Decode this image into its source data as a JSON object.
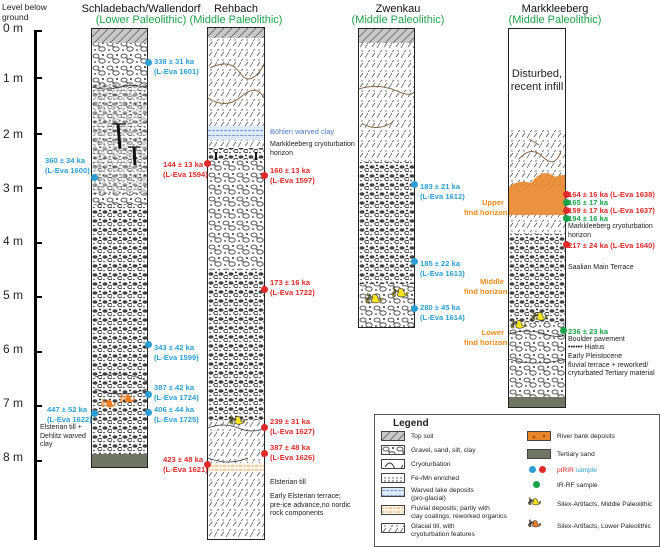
{
  "axis": {
    "title_line1": "Level below",
    "title_line2": "ground",
    "ticks": [
      "0 m",
      "1 m",
      "2 m",
      "3 m",
      "4 m",
      "5 m",
      "6 m",
      "7 m",
      "8 m"
    ]
  },
  "sites": {
    "schladebach": {
      "name": "Schladebach/Wallendorf",
      "period": "(Lower Paleolithic)",
      "samples": [
        {
          "age": "338 ± 31 ka",
          "lab": "(L-Eva 1601)"
        },
        {
          "age": "360 ± 34 ka",
          "lab": "(L-Eva 1600)"
        },
        {
          "age": "343 ± 42 ka",
          "lab": "(L-Eva 1599)"
        },
        {
          "age": "387 ± 42 ka",
          "lab": "(L-Eva 1724)"
        },
        {
          "age": "406 ± 44 ka",
          "lab": "(L-Eva 1725)"
        },
        {
          "age": "447 ± 52 ka",
          "lab": "(L-Eva 1622)"
        }
      ],
      "notes": [
        "Elsterian till +",
        "Dehlitz warved",
        "clay"
      ]
    },
    "rehbach": {
      "name": "Rehbach",
      "period": "(Middle Paleolithic)",
      "samples": [
        {
          "age": "144 ± 13 ka",
          "lab": "(L-Eva 1594)"
        },
        {
          "age": "160 ± 13 ka",
          "lab": "(L-Eva 1597)"
        },
        {
          "age": "173 ± 16 ka",
          "lab": "(L-Eva 1722)"
        },
        {
          "age": "239 ± 31 ka",
          "lab": "(L-Eva 1627)"
        },
        {
          "age": "387 ± 48 ka",
          "lab": "(L-Eva 1626)"
        },
        {
          "age": "423 ± 48 ka",
          "lab": "(L-Eva 1621)"
        }
      ],
      "boehlen": "Böhlen warved clay",
      "cryo": [
        "Markkleeberg cryoturbation",
        "horizon"
      ],
      "notes": [
        "Elsterian till",
        "Early Elsterian terrace;",
        "pre-ice advance,no nordic",
        "rock components"
      ]
    },
    "zwenkau": {
      "name": "Zwenkau",
      "period": "(Middle Paleolithic)",
      "samples": [
        {
          "age": "183 ± 21 ka",
          "lab": "(L-Eva 1612)"
        },
        {
          "age": "185 ± 22 ka",
          "lab": "(L-Eva 1613)"
        },
        {
          "age": "280 ± 45 ka",
          "lab": "(L-Eva 1614)"
        }
      ],
      "horizons": [
        [
          "Upper",
          "find horizon"
        ],
        [
          "Middle",
          "find horizon"
        ],
        [
          "Lower",
          "find horizon"
        ]
      ]
    },
    "markkleeberg": {
      "name": "Markkleeberg",
      "period": "(Middle Paleolithic)",
      "disturbed": [
        "Disturbed,",
        "recent infill"
      ],
      "samples": [
        {
          "age": "164 ± 16 ka (L-Eva 1638)"
        },
        {
          "age": "165 ± 17 ka"
        },
        {
          "age": "159 ± 17 ka (L-Eva 1637)"
        },
        {
          "age": "194 ± 16 ka"
        },
        {
          "age": "217 ± 24 ka (L-Eva 1640)"
        },
        {
          "age": "236 ± 23 ka"
        }
      ],
      "cryo": [
        "Markkleeberg cryoturbation",
        "horizon"
      ],
      "terrace": "Saalian Main Terrace",
      "boulder": "Boulder pavement",
      "hiatus": "Hiatus",
      "early": [
        "Early Pleistocene",
        "fluvial terrace + reworked/",
        "cryturbated Tertiary material"
      ]
    }
  },
  "legend": {
    "title": "Legend",
    "items": {
      "topsoil": "Top soil",
      "gravel": "Gravel, sand, silt, clay",
      "cryo": "Cryoturbation",
      "fe": "Fe-/Mn enriched",
      "warved": [
        "Warved lake deposits",
        "(pro-glacial)"
      ],
      "fluvial": [
        "Fluvial deposits; partly with",
        "clay coatings; reworked organics"
      ],
      "glacial": [
        "Glacial till, with",
        "cryoturbation features"
      ],
      "riverbank": "River bank deposits",
      "tertiary": "Tertiary sand",
      "pirir_prefix": "pIRIR",
      "pirir_suffix": " sample",
      "irrf": "IR-RF sample",
      "silex_mp": "Silex-Artifacts, Middle Paleolithic",
      "silex_lp": "Silex-Artifacts, Lower Paleolithic"
    }
  },
  "colors": {
    "pirir": "#2b9fd3",
    "pirir_red": "#e02a2a",
    "irrf": "#1aa34a",
    "period": "#1aa34a",
    "horizon": "#f08a1c",
    "riverbank": "#e8862a",
    "tertiary": "#6f7563",
    "silex_mp": "#f6e51e",
    "silex_lp": "#ef7d22"
  }
}
